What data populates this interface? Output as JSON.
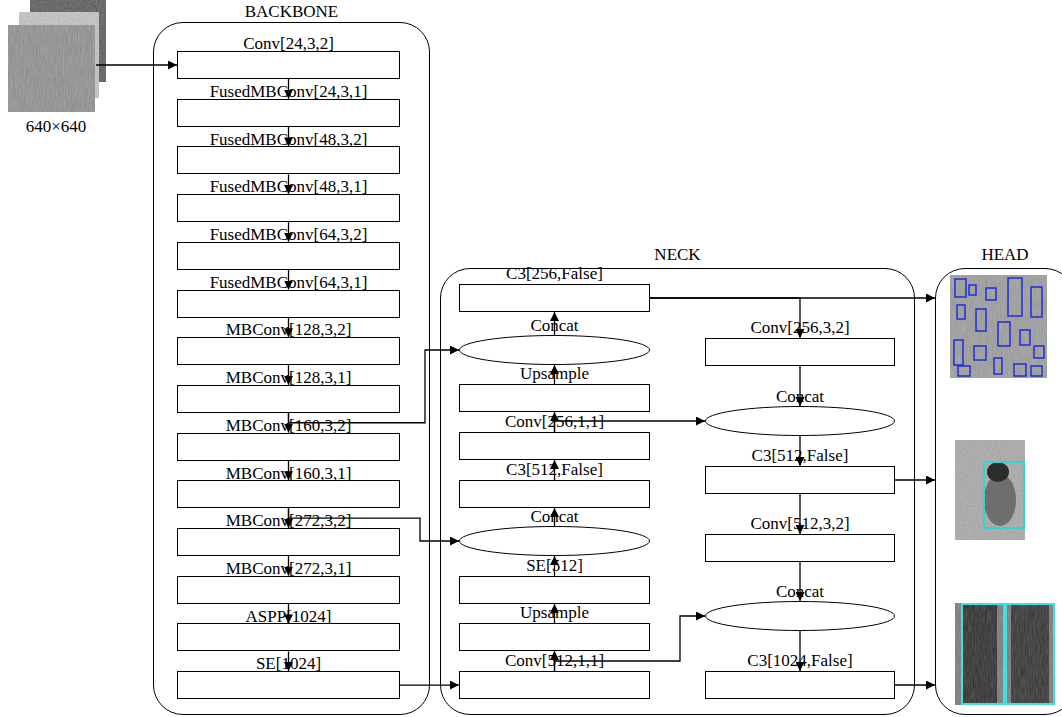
{
  "diagram": {
    "nodes": [
      {
        "text": [
          "BACKBONE"
        ]
      },
      {
        "text": [
          "Conv[24,3,2]"
        ],
        "in": 0
      },
      {
        "text": [
          "FusedMBConv[24,3,1]"
        ],
        "in": 0
      },
      {
        "text": [
          "FusedMBConv[48,3,2]"
        ],
        "in": 0
      },
      {
        "text": [
          "FusedMBConv[48,3,1]"
        ],
        "in": 0
      },
      {
        "text": [
          "FusedMBConv[64,3,2]"
        ],
        "in": 0
      },
      {
        "text": [
          "FusedMBConv[64,3,1]"
        ],
        "in": 0
      },
      {
        "text": [
          "MBConv[128,3,2]"
        ],
        "in": 0
      },
      {
        "text": [
          "MBConv[128,3,1]"
        ],
        "in": 0
      },
      {
        "text": [
          "MBConv[160,3,2]"
        ],
        "in": 0
      },
      {
        "text": [
          "MBConv[160,3,1]"
        ],
        "in": 0
      },
      {
        "text": [
          "MBConv[272,3,2]"
        ],
        "in": 0
      },
      {
        "text": [
          "MBConv[272,3,1]"
        ],
        "in": 0
      },
      {
        "text": [
          "ASPP[1024]"
        ],
        "in": 0
      },
      {
        "text": [
          "SE[1024]"
        ],
        "in": 0
      },
      {
        "text": [
          "NECK"
        ]
      },
      {
        "text": [
          "C3[256,False]"
        ],
        "in": 15
      },
      {
        "text": [
          "Concat"
        ],
        "in": 15
      },
      {
        "text": [
          "Upsample"
        ],
        "in": 15
      },
      {
        "text": [
          "Conv[256,1,1]"
        ],
        "in": 15
      },
      {
        "text": [
          "C3[512,False]"
        ],
        "in": 15
      },
      {
        "text": [
          "Concat"
        ],
        "in": 15
      },
      {
        "text": [
          "SE[512]"
        ],
        "in": 15
      },
      {
        "text": [
          "Upsample"
        ],
        "in": 15
      },
      {
        "text": [
          "Conv[512,1,1]"
        ],
        "in": 15
      },
      {
        "text": [
          "Conv[256,3,2]"
        ],
        "in": 15
      },
      {
        "text": [
          "Concat"
        ],
        "in": 15
      },
      {
        "text": [
          "C3[512,False]"
        ],
        "in": 15
      },
      {
        "text": [
          "Conv[512,3,2]"
        ],
        "in": 15
      },
      {
        "text": [
          "Concat"
        ],
        "in": 15
      },
      {
        "text": [
          "C3[1024,False]"
        ],
        "in": 15
      },
      {
        "text": [
          "HEAD"
        ]
      }
    ],
    "edges": [
      {
        "from": 1,
        "to": 2,
        "arrow": "to"
      },
      {
        "from": 2,
        "to": 3,
        "arrow": "to"
      },
      {
        "from": 3,
        "to": 4,
        "arrow": "to"
      },
      {
        "from": 4,
        "to": 5,
        "arrow": "to"
      },
      {
        "from": 5,
        "to": 6,
        "arrow": "to"
      },
      {
        "from": 6,
        "to": 7,
        "arrow": "to"
      },
      {
        "from": 7,
        "to": 8,
        "arrow": "to"
      },
      {
        "from": 8,
        "to": 9,
        "arrow": "to"
      },
      {
        "from": 9,
        "to": 10,
        "arrow": "to"
      },
      {
        "from": 10,
        "to": 11,
        "arrow": "to"
      },
      {
        "from": 11,
        "to": 12,
        "arrow": "to"
      },
      {
        "from": 12,
        "to": 13,
        "arrow": "to"
      },
      {
        "from": 13,
        "to": 14,
        "arrow": "to"
      },
      {
        "from": 8,
        "to": 17,
        "arrow": "to"
      },
      {
        "from": 10,
        "to": 21,
        "arrow": "to"
      },
      {
        "from": 14,
        "to": 24,
        "arrow": "to"
      },
      {
        "from": 24,
        "to": 23,
        "arrow": "to"
      },
      {
        "from": 23,
        "to": 22,
        "arrow": "to"
      },
      {
        "from": 22,
        "to": 21,
        "arrow": "to"
      },
      {
        "from": 21,
        "to": 20,
        "arrow": "to"
      },
      {
        "from": 20,
        "to": 19,
        "arrow": "to"
      },
      {
        "from": 19,
        "to": 18,
        "arrow": "to"
      },
      {
        "from": 18,
        "to": 17,
        "arrow": "to"
      },
      {
        "from": 17,
        "to": 16,
        "arrow": "to"
      },
      {
        "from": 19,
        "to": 26,
        "arrow": "to"
      },
      {
        "from": 24,
        "to": 29,
        "arrow": "to"
      },
      {
        "from": 16,
        "to": 25,
        "arrow": "to"
      },
      {
        "from": 16,
        "to": 31,
        "arrow": "to"
      },
      {
        "from": 25,
        "to": 26,
        "arrow": "to"
      },
      {
        "from": 26,
        "to": 27,
        "arrow": "to"
      },
      {
        "from": 27,
        "to": 28,
        "arrow": "to"
      },
      {
        "from": 28,
        "to": 29,
        "arrow": "to"
      },
      {
        "from": 29,
        "to": 30,
        "arrow": "to"
      },
      {
        "from": 27,
        "to": 31,
        "arrow": "to"
      },
      {
        "from": 30,
        "to": 31,
        "arrow": "to"
      }
    ],
    "labels": [
      "640×640"
    ]
  }
}
